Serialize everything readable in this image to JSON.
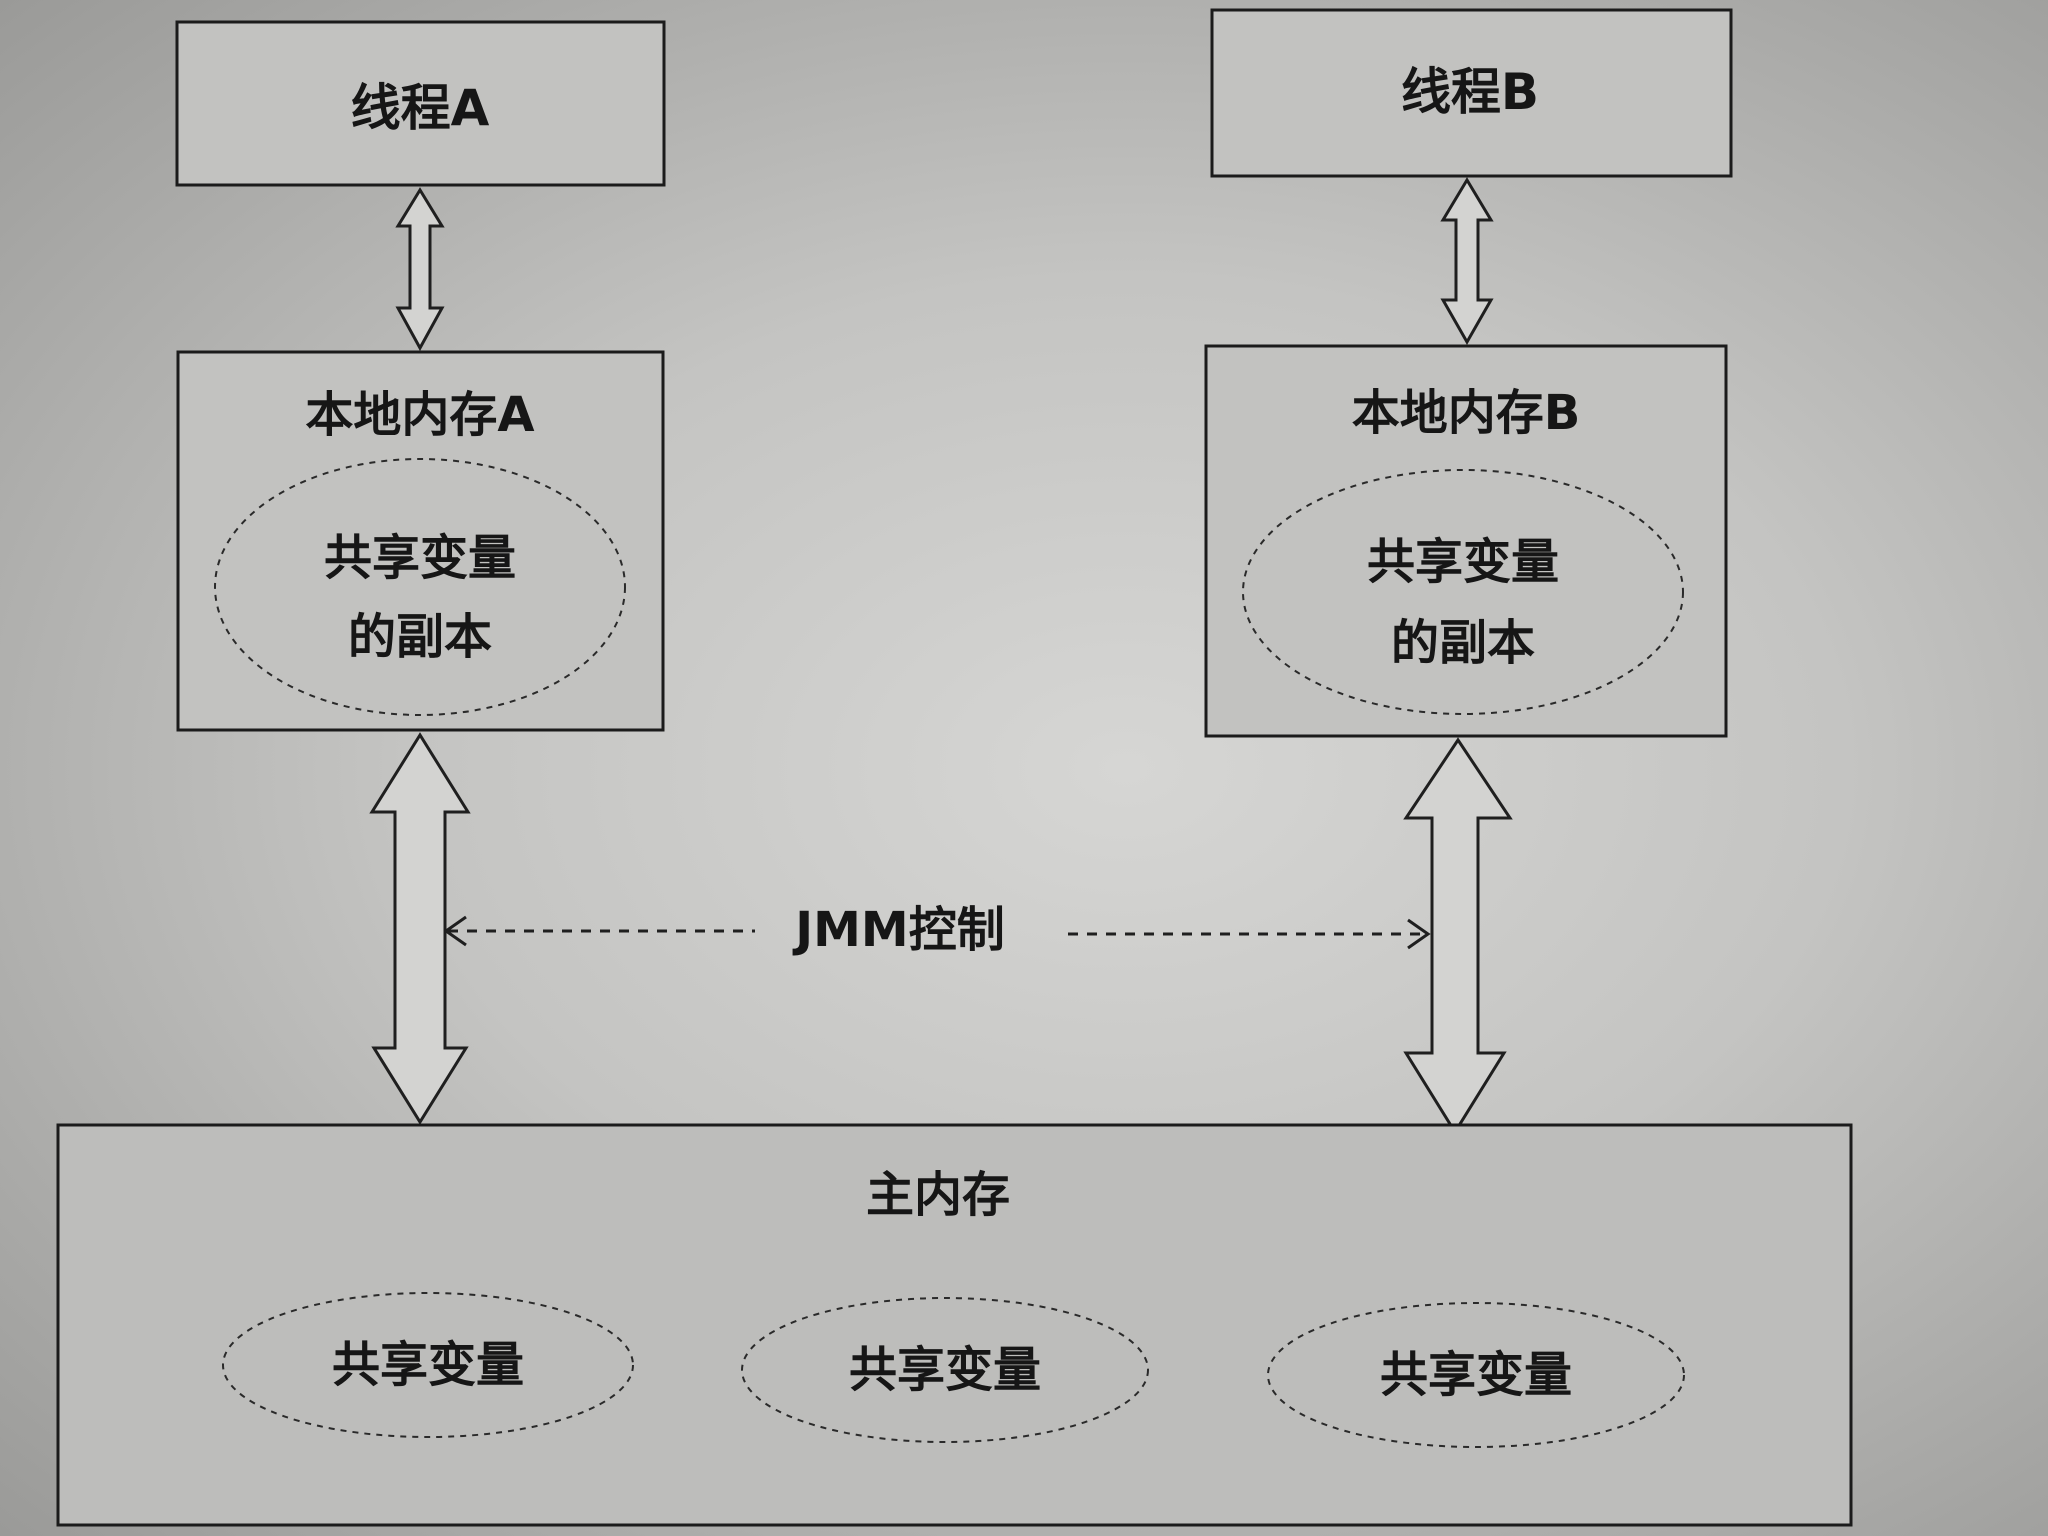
{
  "diagram": {
    "thread_a": {
      "label": "线程A"
    },
    "thread_b": {
      "label": "线程B"
    },
    "local_memory_a": {
      "title": "本地内存A",
      "copy_line1": "共享变量",
      "copy_line2": "的副本"
    },
    "local_memory_b": {
      "title": "本地内存B",
      "copy_line1": "共享变量",
      "copy_line2": "的副本"
    },
    "jmm_control": {
      "label": "JMM控制"
    },
    "main_memory": {
      "title": "主内存",
      "shared_variables": [
        "共享变量",
        "共享变量",
        "共享变量"
      ]
    }
  }
}
